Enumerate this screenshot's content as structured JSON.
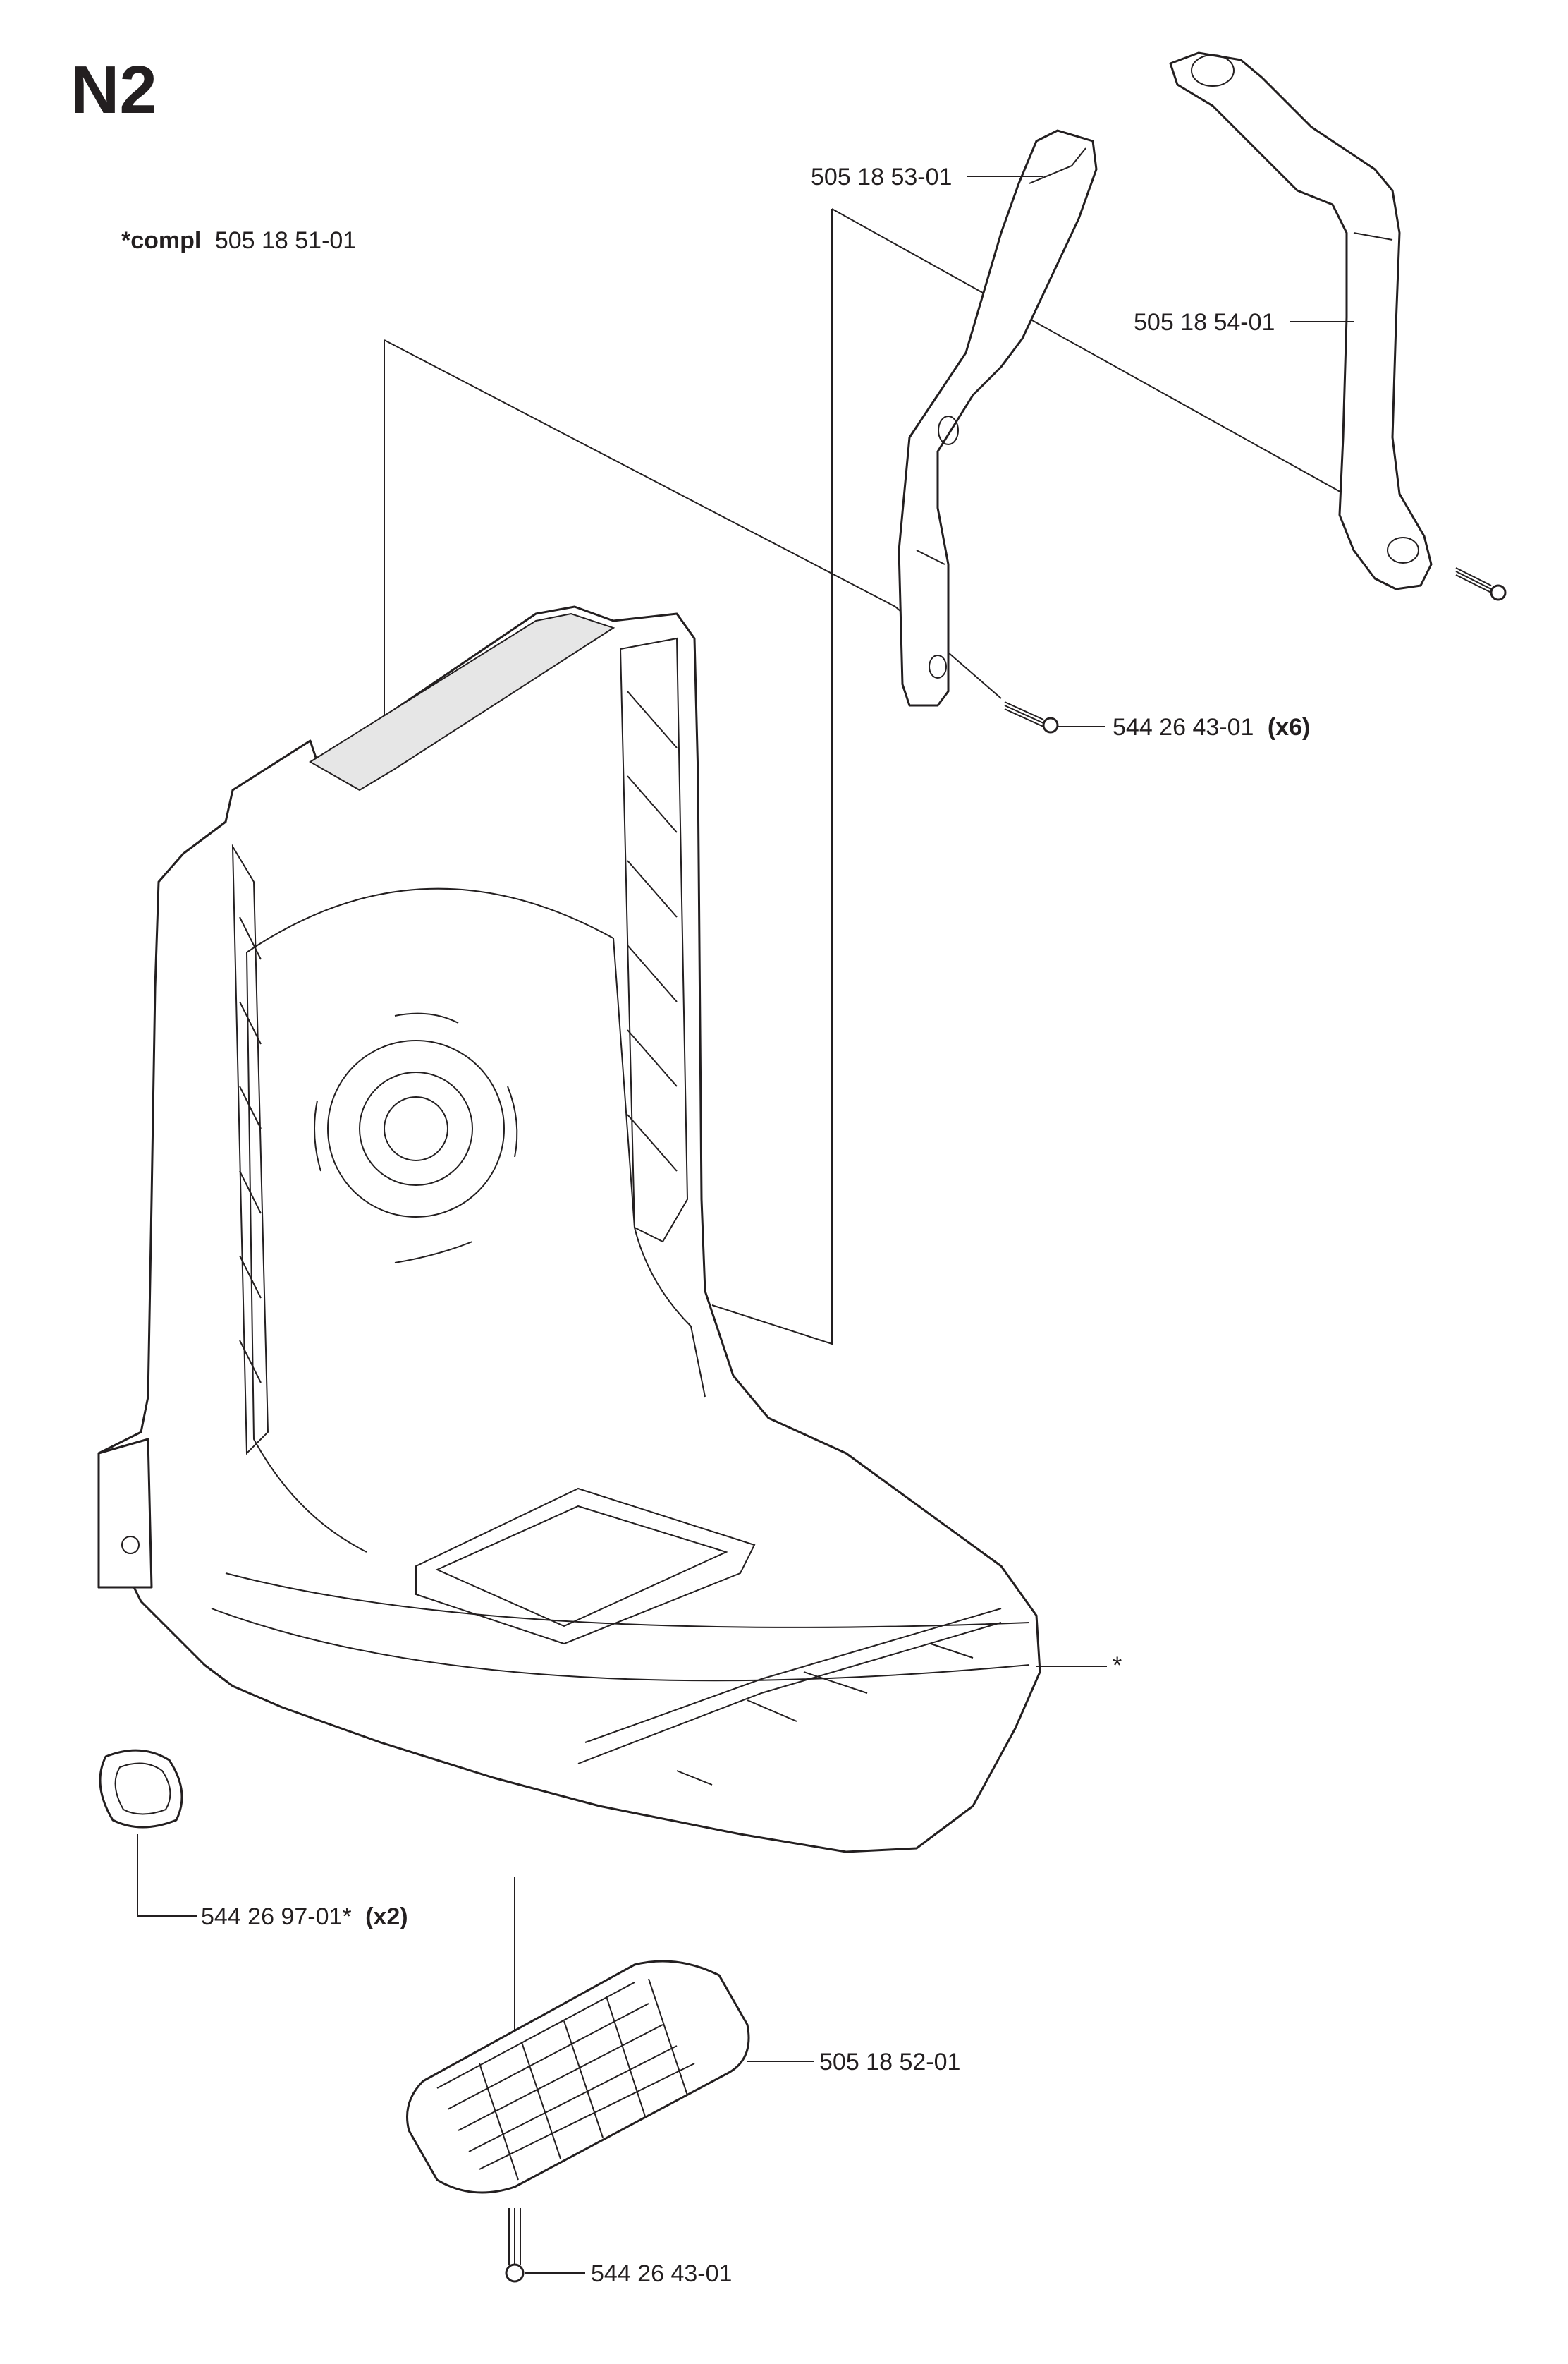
{
  "diagram": {
    "title": "N2",
    "assembly_note": {
      "prefix": "*compl",
      "part_number": "505 18 51-01"
    },
    "parts": [
      {
        "id": "right-harness-bracket",
        "number": "505 18 53-01",
        "qty": ""
      },
      {
        "id": "left-harness-bracket",
        "number": "505 18 54-01",
        "qty": ""
      },
      {
        "id": "bracket-screw",
        "number": "544 26 43-01",
        "qty": "(x6)"
      },
      {
        "id": "backframe",
        "number": "*",
        "qty": ""
      },
      {
        "id": "grommet",
        "number": "544 26 97-01*",
        "qty": "(x2)"
      },
      {
        "id": "grille-plate",
        "number": "505 18 52-01",
        "qty": ""
      },
      {
        "id": "plate-screw",
        "number": "544 26 43-01",
        "qty": ""
      }
    ]
  }
}
